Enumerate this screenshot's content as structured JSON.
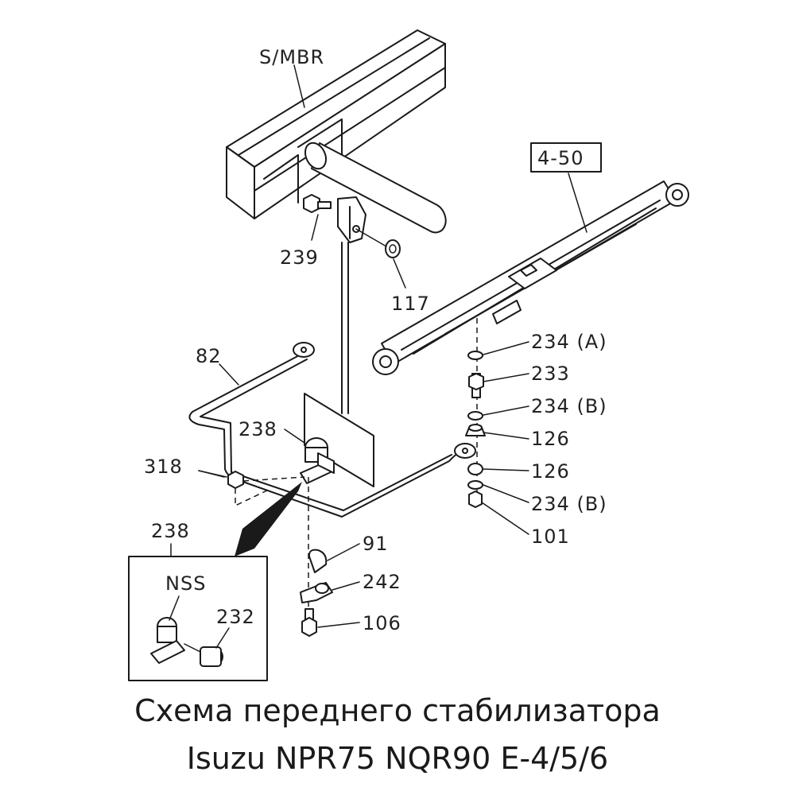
{
  "labels": {
    "smbr": "S/MBR",
    "ref450": "4-50",
    "p239": "239",
    "p117": "117",
    "p82": "82",
    "p238": "238",
    "p318": "318",
    "p238b": "238",
    "nss": "NSS",
    "p232": "232",
    "p91": "91",
    "p242": "242",
    "p106": "106",
    "p234a": "234 (A)",
    "p233": "233",
    "p234b1": "234 (B)",
    "p126a": "126",
    "p126b": "126",
    "p234b2": "234 (B)",
    "p101": "101"
  },
  "caption": {
    "line1": "Схема переднего стабилизатора",
    "line2": "Isuzu NPR75 NQR90 E-4/5/6"
  }
}
